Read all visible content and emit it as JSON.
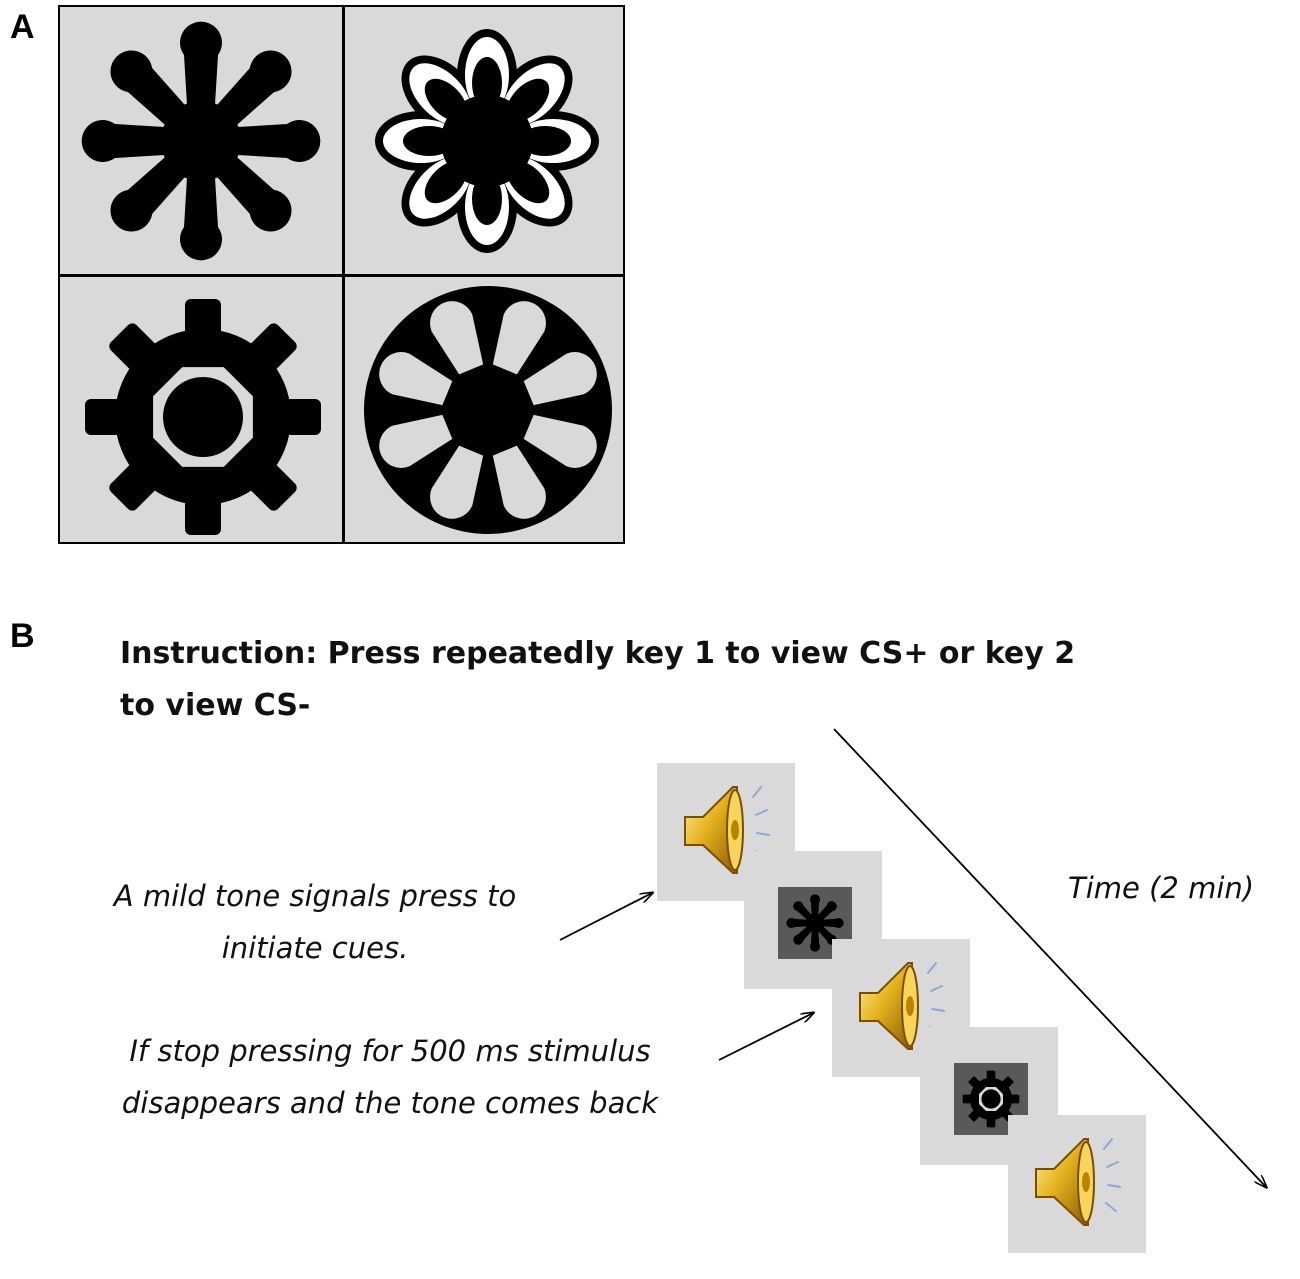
{
  "panels": {
    "a": {
      "label": "A"
    },
    "b": {
      "label": "B"
    }
  },
  "instruction": "Instruction:  Press repeatedly key 1 to view CS+ or key 2 to view CS-",
  "notes": {
    "tone": "A mild tone signals press to initiate cues.",
    "stop": "If stop pressing for 500 ms stimulus disappears and the tone comes back"
  },
  "time_label": "Time  (2 min)",
  "sequence": [
    "speaker-icon",
    "starburst-icon",
    "speaker-icon",
    "gear-icon",
    "speaker-icon"
  ],
  "stimuli": [
    "starburst-icon",
    "flower-icon",
    "gear-icon",
    "wheel-icon"
  ],
  "colors": {
    "cell_background": "#d9d9d9",
    "stimulus_frame": "#595959",
    "speaker_gold": "#e6b21f",
    "sound_waves": "#8fa6d9"
  }
}
